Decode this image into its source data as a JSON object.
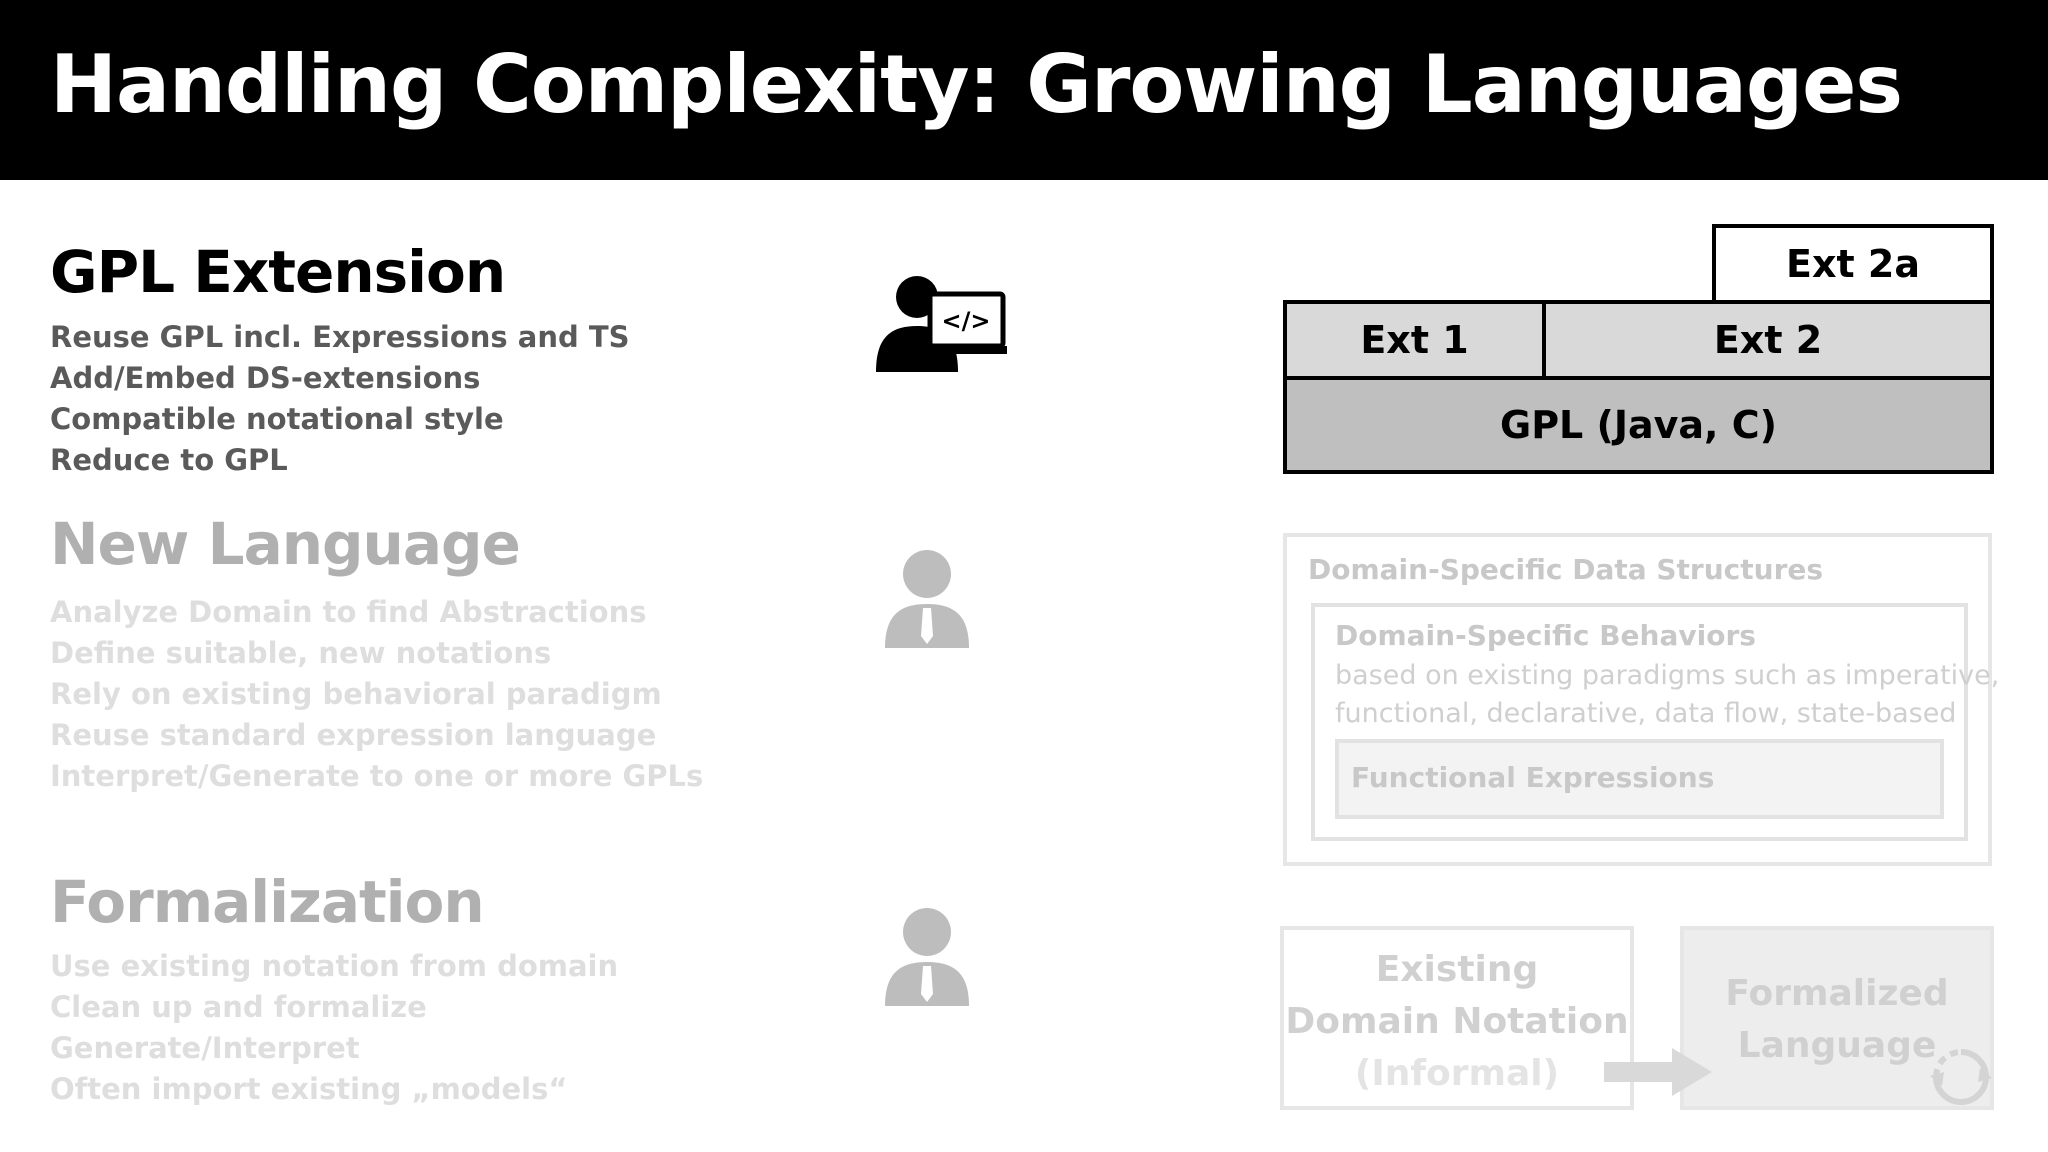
{
  "header": {
    "title": "Handling Complexity: Growing Languages"
  },
  "sections": {
    "gpl_extension": {
      "title": "GPL Extension",
      "bullets": [
        "Reuse GPL incl. Expressions and TS",
        "Add/Embed DS-extensions",
        "Compatible notational style",
        "Reduce to GPL"
      ],
      "icon": "developer-code-icon"
    },
    "new_language": {
      "title": "New Language",
      "bullets": [
        "Analyze Domain to find Abstractions",
        "Define suitable, new notations",
        "Rely on existing behavioral paradigm",
        "Reuse standard expression language",
        "Interpret/Generate to one or more GPLs"
      ],
      "icon": "person-tie-icon"
    },
    "formalization": {
      "title": "Formalization",
      "bullets": [
        "Use existing notation from domain",
        "Clean up and formalize",
        "Generate/Interpret",
        "Often import existing „models“"
      ],
      "icon": "person-tie-icon"
    }
  },
  "gpl_stack": {
    "ext_2a": "Ext 2a",
    "ext_1": "Ext 1",
    "ext_2": "Ext 2",
    "gpl": "GPL (Java, C)"
  },
  "ds_diagram": {
    "outer_label": "Domain-Specific Data Structures",
    "inner_label": "Domain-Specific Behaviors",
    "inner_sub_1": "based on existing paradigms such as imperative,",
    "inner_sub_2": "functional, declarative, data flow, state-based",
    "expr_label": "Functional Expressions"
  },
  "formalization_diagram": {
    "existing_line_1": "Existing",
    "existing_line_2": "Domain Notation",
    "existing_line_3": "(Informal)",
    "formalized_line_1": "Formalized",
    "formalized_line_2": "Language"
  },
  "colors": {
    "header_bg": "#000000",
    "active_text": "#000000",
    "active_bullets": "#5a5a5a",
    "faded_title": "#b0b0b0",
    "faded_bullets": "#dedede",
    "ext_fill": "#d9d9d9",
    "gpl_fill": "#bfbfbf"
  }
}
